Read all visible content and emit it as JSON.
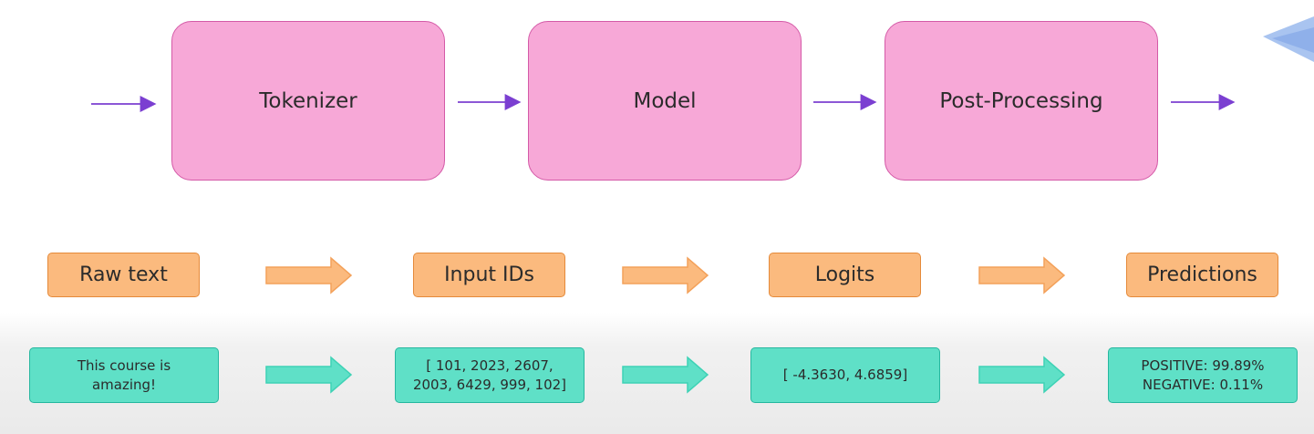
{
  "pipeline": {
    "stages": [
      {
        "label": "Tokenizer"
      },
      {
        "label": "Model"
      },
      {
        "label": "Post-Processing"
      }
    ]
  },
  "data_types": [
    {
      "label": "Raw text"
    },
    {
      "label": "Input IDs"
    },
    {
      "label": "Logits"
    },
    {
      "label": "Predictions"
    }
  ],
  "examples": [
    {
      "text": "This course is\namazing!"
    },
    {
      "text": "[ 101, 2023, 2607,\n2003, 6429, 999, 102]"
    },
    {
      "text": "[ -4.3630, 4.6859]"
    },
    {
      "text": "POSITIVE: 99.89%\nNEGATIVE:  0.11%"
    }
  ],
  "colors": {
    "stage_fill": "#f7a8d7",
    "label_fill": "#fbba7e",
    "example_fill": "#5fe0c7",
    "arrow_line": "#7b3fd1",
    "arrow_orange": "#f3a15a",
    "arrow_teal": "#3ed2b5"
  },
  "icons": {
    "corner": "paper-plane-icon"
  }
}
